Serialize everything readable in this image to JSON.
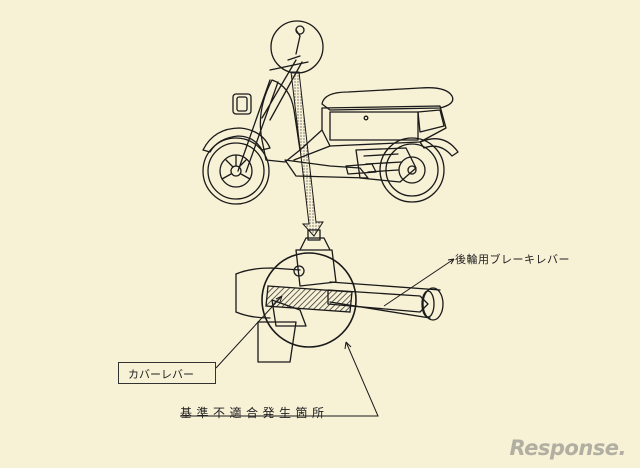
{
  "labels": {
    "rear_brake_lever": "後輪用ブレーキレバー",
    "cover_lever": "カバーレバー",
    "defect_location": "基準不適合発生箇所"
  },
  "watermark": "Response.",
  "colors": {
    "background": "#f7f1d6",
    "line": "#1a1a1a",
    "leader_fill": "#c9c4b0"
  }
}
